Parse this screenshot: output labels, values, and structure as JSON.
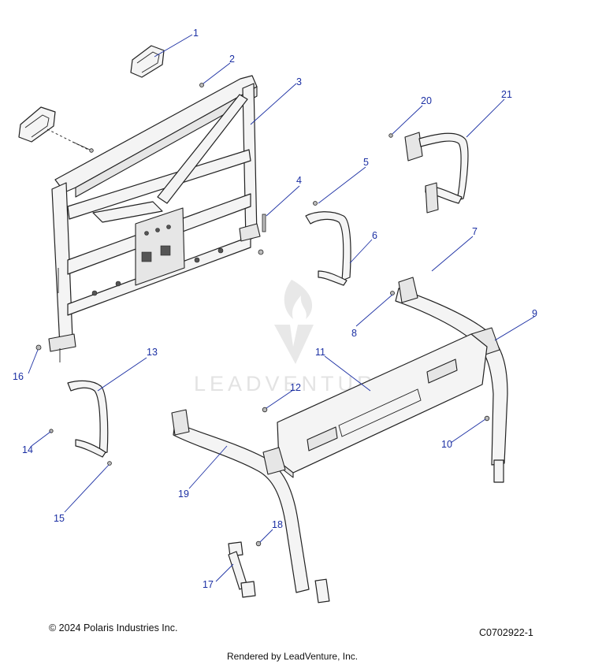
{
  "callouts": [
    {
      "n": "1"
    },
    {
      "n": "2"
    },
    {
      "n": "3"
    },
    {
      "n": "4"
    },
    {
      "n": "5"
    },
    {
      "n": "6"
    },
    {
      "n": "7"
    },
    {
      "n": "8"
    },
    {
      "n": "9"
    },
    {
      "n": "10"
    },
    {
      "n": "11"
    },
    {
      "n": "12"
    },
    {
      "n": "13"
    },
    {
      "n": "14"
    },
    {
      "n": "15"
    },
    {
      "n": "16"
    },
    {
      "n": "17"
    },
    {
      "n": "18"
    },
    {
      "n": "19"
    },
    {
      "n": "20"
    },
    {
      "n": "21"
    }
  ],
  "watermark": {
    "text": "LEADVENTURE"
  },
  "footer": {
    "copyright": "© 2024 Polaris Industries Inc.",
    "diagram_code": "C0702922-1",
    "rendered_by": "Rendered by LeadVenture, Inc."
  },
  "colors": {
    "callout": "#1b2fa3",
    "line": "#222222",
    "watermark": "#e3e3e3"
  }
}
